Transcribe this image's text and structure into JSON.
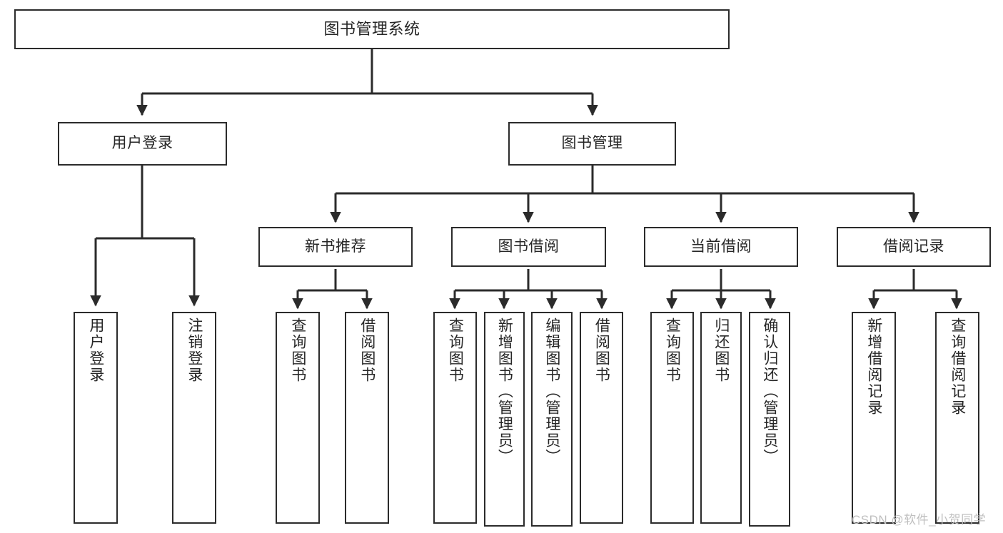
{
  "diagram": {
    "title": "图书管理系统",
    "watermark": "CSDN @软件_小贺同学",
    "colors": {
      "box_border": "#2b2b2b",
      "connector": "#2b2b2b",
      "text": "#262626",
      "background": "#ffffff",
      "watermark": "#bfbfbf"
    },
    "root": {
      "label": "图书管理系统"
    },
    "level2": [
      {
        "label": "用户登录"
      },
      {
        "label": "图书管理"
      }
    ],
    "level3": [
      {
        "label": "新书推荐"
      },
      {
        "label": "图书借阅"
      },
      {
        "label": "当前借阅"
      },
      {
        "label": "借阅记录"
      }
    ],
    "leaves": {
      "user_login": [
        {
          "label": "用户登录"
        },
        {
          "label": "注销登录"
        }
      ],
      "new_book_recommend": [
        {
          "label": "查询图书"
        },
        {
          "label": "借阅图书"
        }
      ],
      "book_borrow": [
        {
          "label": "查询图书"
        },
        {
          "label": "新增图书（管理员）"
        },
        {
          "label": "编辑图书（管理员）"
        },
        {
          "label": "借阅图书"
        }
      ],
      "current_borrow": [
        {
          "label": "查询图书"
        },
        {
          "label": "归还图书"
        },
        {
          "label": "确认归还（管理员）"
        }
      ],
      "borrow_records": [
        {
          "label": "新增借阅记录"
        },
        {
          "label": "查询借阅记录"
        }
      ]
    }
  }
}
